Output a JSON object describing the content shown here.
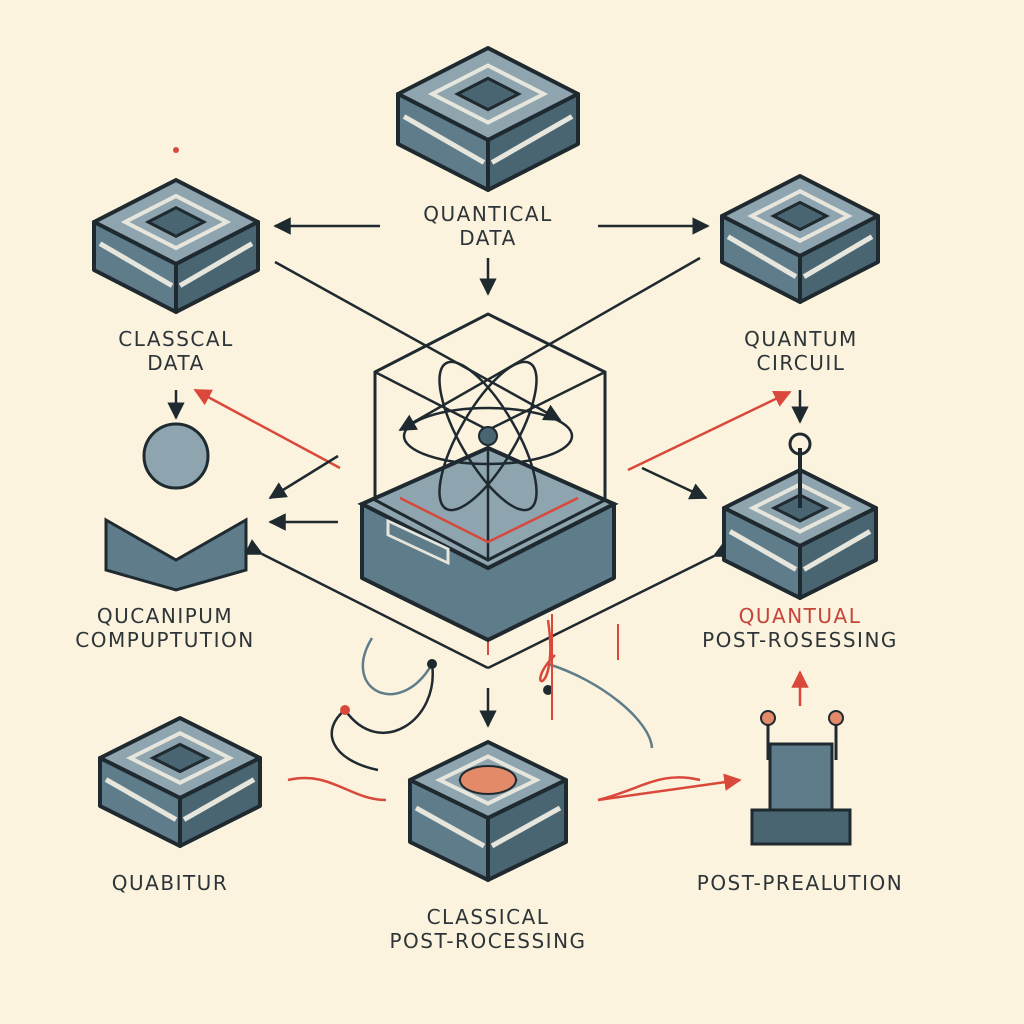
{
  "colors": {
    "background": "#fbf3dd",
    "box_top": "#8ea4ae",
    "box_side": "#5f7c8a",
    "box_dark": "#4a6572",
    "outline": "#1f2a30",
    "stripe": "#e6e6dc",
    "accent_red": "#d9483b",
    "accent_orange": "#e28a6a"
  },
  "labels": {
    "quantical_data": [
      "QUANTICAL",
      "DATA"
    ],
    "classical_data": [
      "CLASSCAL",
      "DATA"
    ],
    "quantum_circuit": [
      "QUANTUM",
      "CIRCUIL"
    ],
    "qucanipum_computation": [
      "QUCANIPUM",
      "COMPUPTUTION"
    ],
    "quantual_post_processing": [
      "QUANTUAL",
      "POST-ROSESSING"
    ],
    "quabitur": [
      "QUABITUR"
    ],
    "classical_post_processing": [
      "CLASSICAL",
      "POST-ROCESSING"
    ],
    "post_prealution": [
      "POST-PREALUTION"
    ]
  }
}
